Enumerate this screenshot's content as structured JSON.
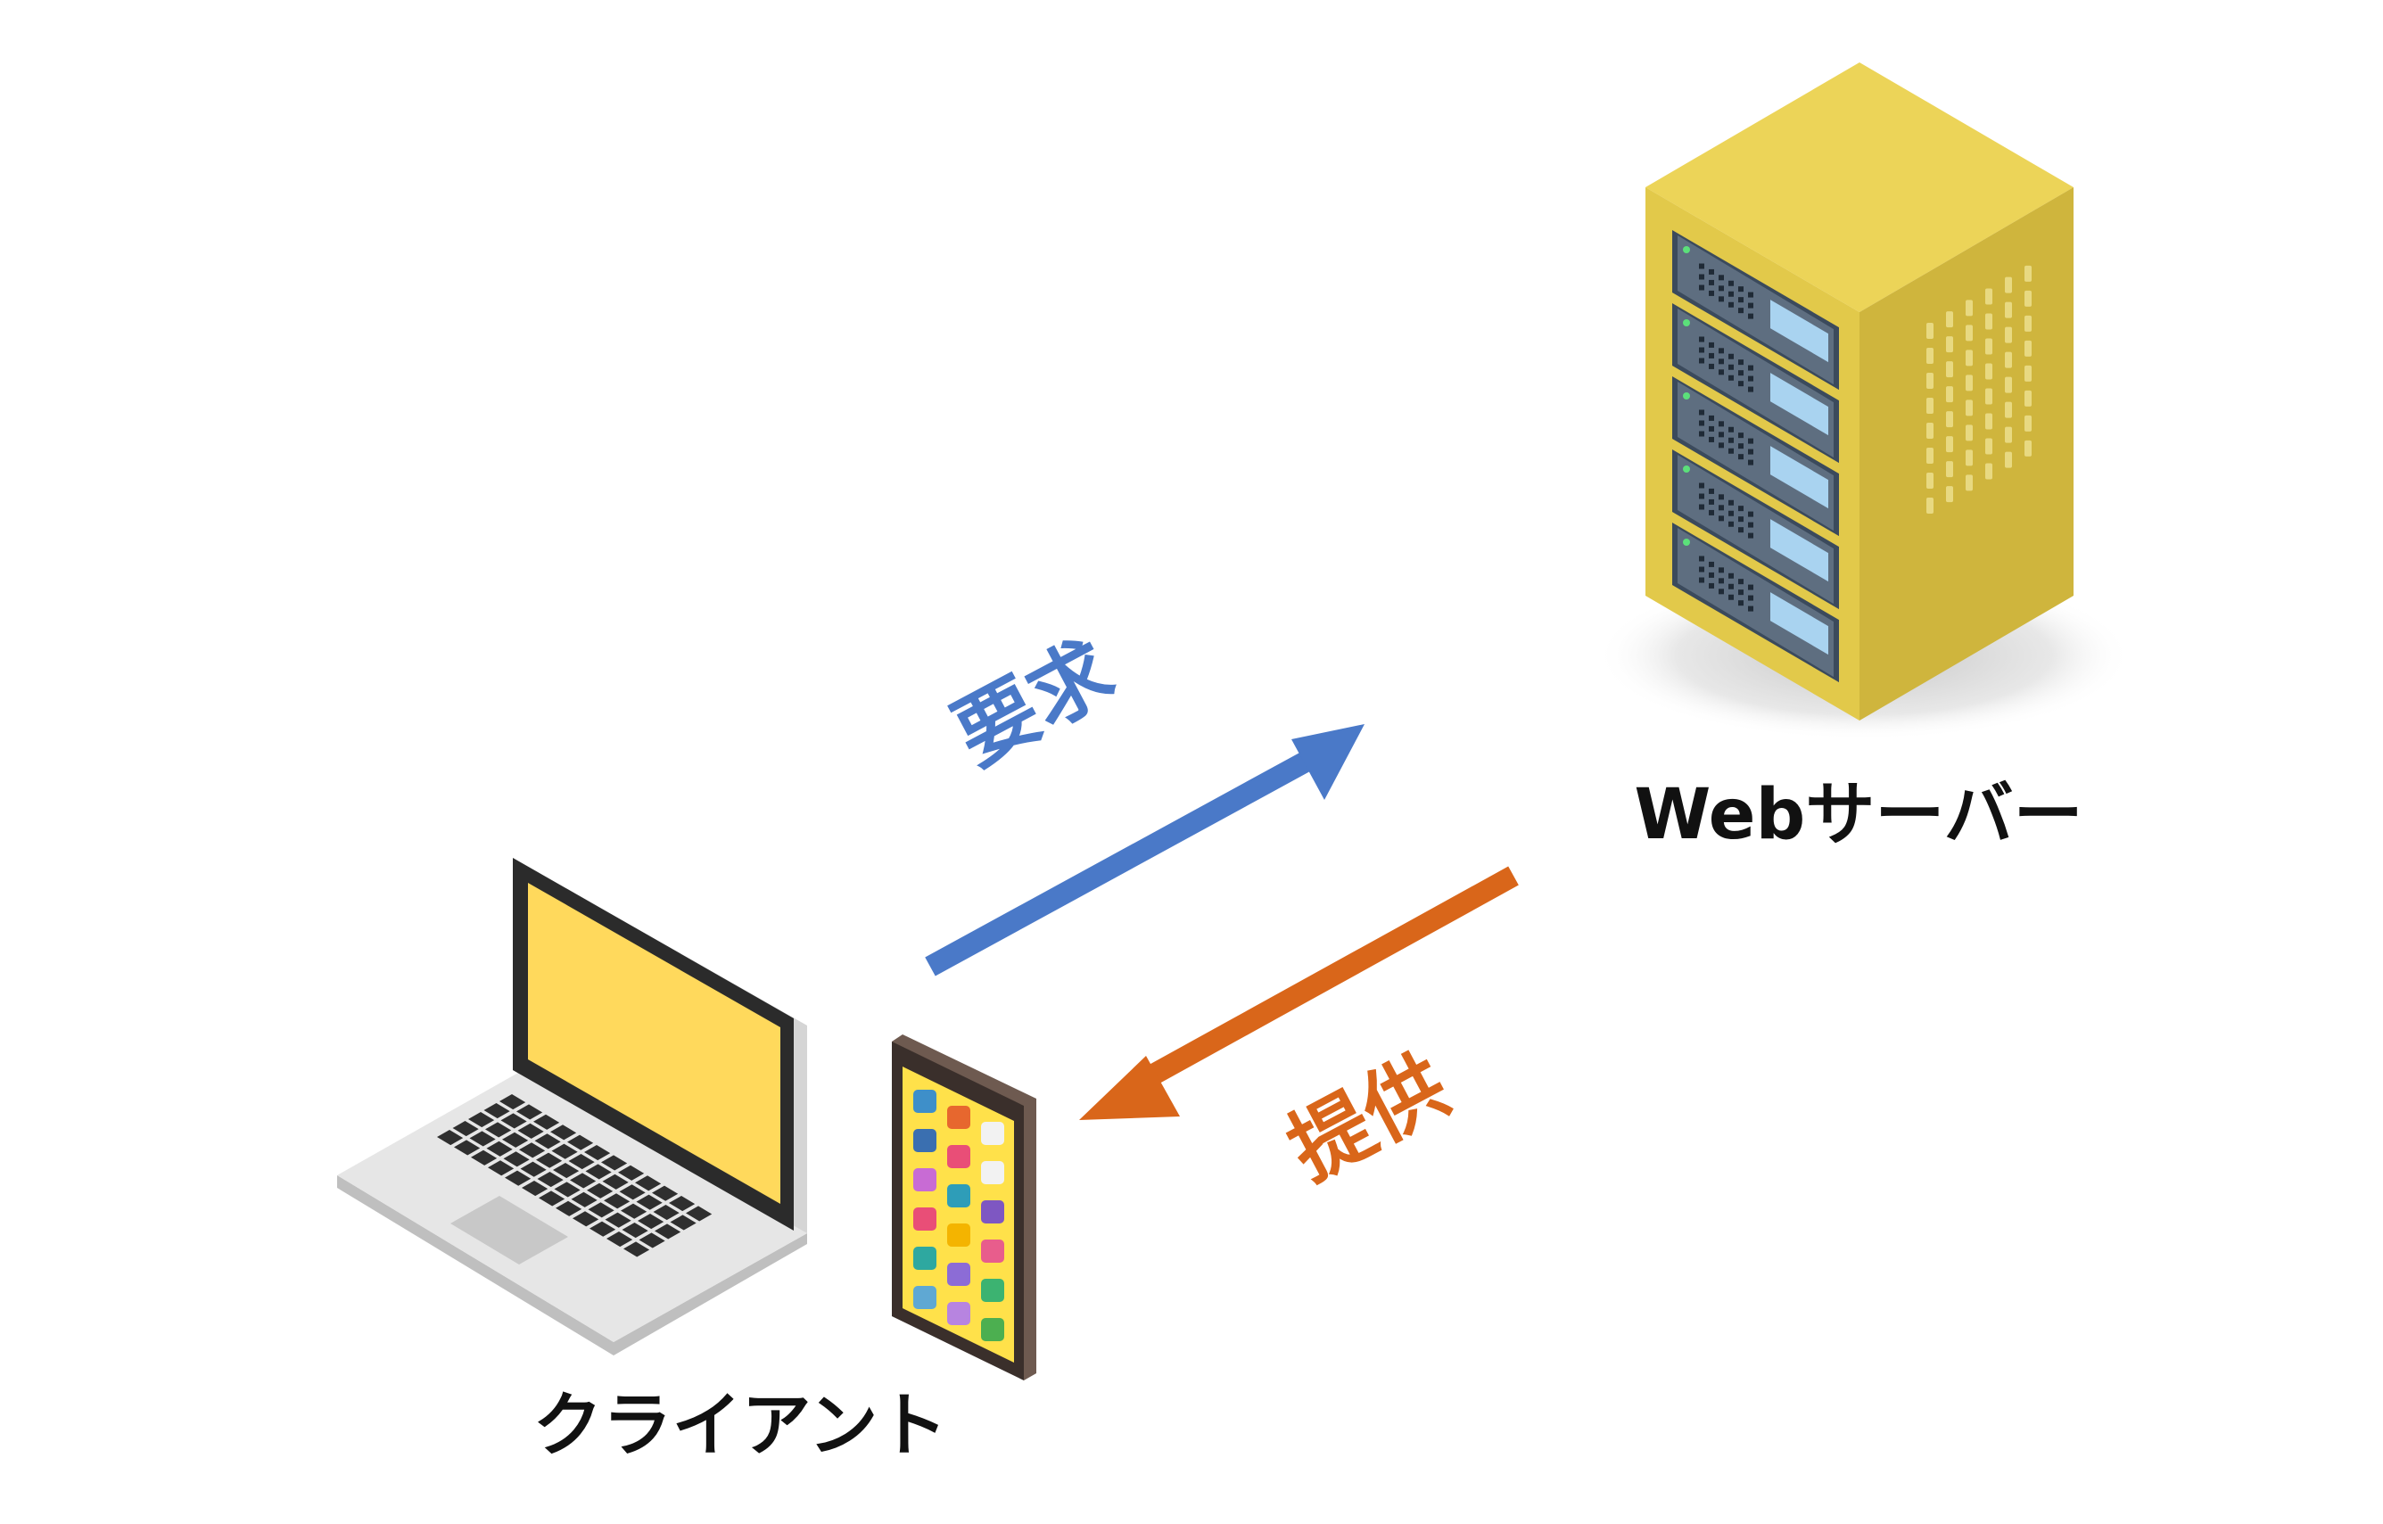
{
  "nodes": {
    "server": {
      "label": "Webサーバー",
      "color": "#E2C94A",
      "slot_count": 5
    },
    "client": {
      "label": "クライアント",
      "devices": [
        "laptop",
        "smartphone"
      ],
      "screen_color": "#FFD95C"
    }
  },
  "edges": {
    "request": {
      "label": "要求",
      "color": "#4A79C8",
      "from": "client",
      "to": "server"
    },
    "provide": {
      "label": "提供",
      "color": "#D9661A",
      "from": "server",
      "to": "client"
    }
  },
  "icons": [
    "server-rack-icon",
    "laptop-icon",
    "smartphone-icon",
    "arrow-up-right-icon",
    "arrow-down-left-icon"
  ]
}
